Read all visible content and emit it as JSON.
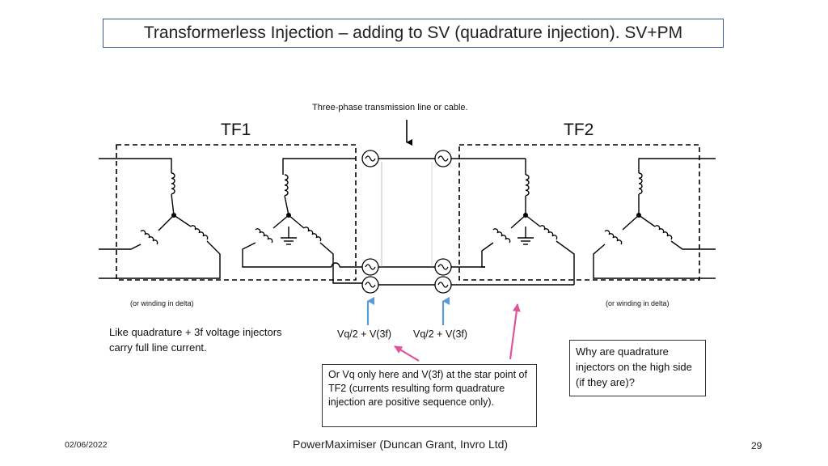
{
  "title": "Transformerless Injection – adding to SV (quadrature injection). SV+PM",
  "diagram": {
    "line_label": "Three-phase transmission line or cable.",
    "tf1_label": "TF1",
    "tf2_label": "TF2",
    "delta_note_left": "(or winding in delta)",
    "delta_note_right": "(or winding in delta)",
    "injector_label_1": "Vq/2 + V(3f)",
    "injector_label_2": "Vq/2 + V(3f)"
  },
  "notes": {
    "left_note": "Like quadrature + 3f voltage injectors carry full line current.",
    "center_callout": "Or Vq only here and V(3f) at the star point of TF2 (currents resulting form quadrature injection are positive sequence only).",
    "right_callout": "Why are quadrature injectors on the high side (if they are)?"
  },
  "footer": {
    "date": "02/06/2022",
    "center": "PowerMaximiser  (Duncan Grant, Invro Ltd)",
    "page": "29"
  },
  "colors": {
    "title_border": "#3a5a8c",
    "blue_arrow": "#5b9bd5",
    "pink_arrow": "#e0559a"
  }
}
